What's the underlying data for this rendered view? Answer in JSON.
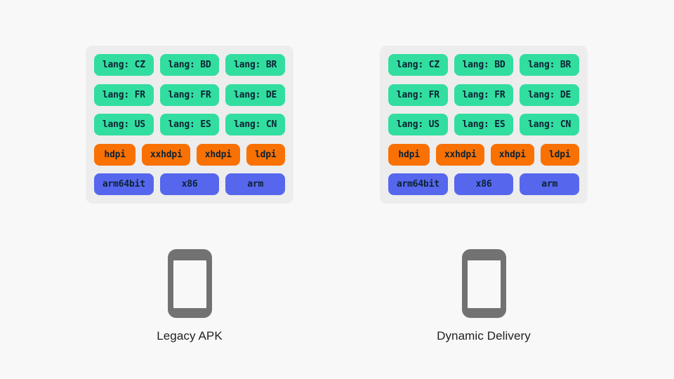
{
  "slide": {
    "background": "#F8F8F8"
  },
  "colors": {
    "page_bg": "#F8F8F8",
    "panel_bg": "#EDEDED",
    "lang_chip": "#31DEA0",
    "dpi_chip": "#F97102",
    "abi_chip": "#5667EE",
    "chip_text": "#0D2233",
    "phone_gray": "#727272",
    "phone_screen": "#F8F8F8",
    "label_text": "#212121"
  },
  "panels": [
    {
      "name": "legacy-apk",
      "caption": "Legacy APK",
      "rows": [
        {
          "type": "lang",
          "chips": [
            "lang: CZ",
            "lang: BD",
            "lang: BR"
          ]
        },
        {
          "type": "lang",
          "chips": [
            "lang: FR",
            "lang: FR",
            "lang: DE"
          ]
        },
        {
          "type": "lang",
          "chips": [
            "lang: US",
            "lang: ES",
            "lang: CN"
          ]
        },
        {
          "type": "dpi",
          "chips": [
            "hdpi",
            "xxhdpi",
            "xhdpi",
            "ldpi"
          ]
        },
        {
          "type": "abi",
          "chips": [
            "arm64bit",
            "x86",
            "arm"
          ]
        }
      ]
    },
    {
      "name": "dynamic-delivery",
      "caption": "Dynamic Delivery",
      "rows": [
        {
          "type": "lang",
          "chips": [
            "lang: CZ",
            "lang: BD",
            "lang: BR"
          ]
        },
        {
          "type": "lang",
          "chips": [
            "lang: FR",
            "lang: FR",
            "lang: DE"
          ]
        },
        {
          "type": "lang",
          "chips": [
            "lang: US",
            "lang: ES",
            "lang: CN"
          ]
        },
        {
          "type": "dpi",
          "chips": [
            "hdpi",
            "xxhdpi",
            "xhdpi",
            "ldpi"
          ]
        },
        {
          "type": "abi",
          "chips": [
            "arm64bit",
            "x86",
            "arm"
          ]
        }
      ]
    }
  ]
}
